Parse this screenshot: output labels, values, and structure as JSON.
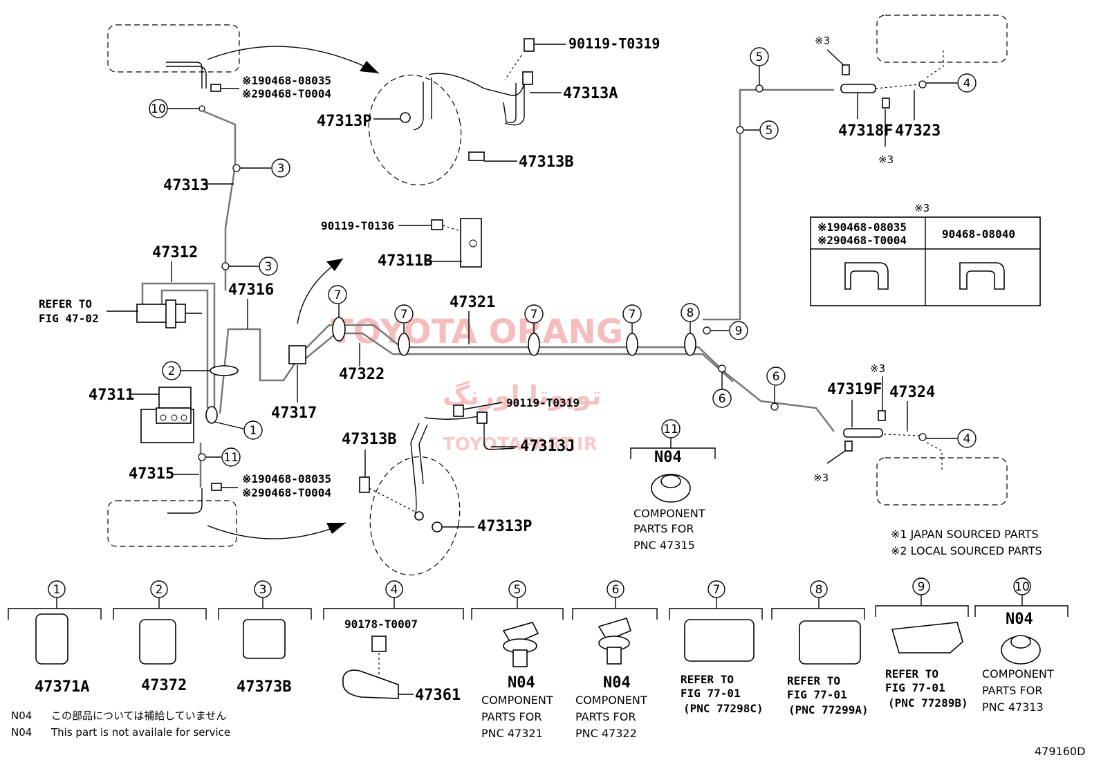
{
  "diagram_code": "479160D",
  "watermark": {
    "latin": "TOYOTA ORANG",
    "persian": "تویوتا اورنگ",
    "url": "TOYOTAPART.IR"
  },
  "parts": {
    "p90119_T0319_top": "90119-T0319",
    "p47313A": "47313A",
    "p47313P_top": "47313P",
    "p47313B_top": "47313B",
    "p47313": "47313",
    "p47312": "47312",
    "p47316": "47316",
    "p90119_T0136": "90119-T0136",
    "p47311B": "47311B",
    "p47321": "47321",
    "p47322": "47322",
    "p47311": "47311",
    "p47317": "47317",
    "p90119_T0319_bot": "90119-T0319",
    "p47313J": "47313J",
    "p47313B_bot": "47313B",
    "p47315": "47315",
    "p47313P_bot": "47313P",
    "p47318F": "47318F",
    "p47323": "47323",
    "p47319F": "47319F",
    "p47324": "47324",
    "n04": "N04"
  },
  "refer_fig": {
    "line1": "REFER TO",
    "line2": "FIG 47-02"
  },
  "clip_pn_top": {
    "a": "※190468-08035",
    "b": "※290468-T0004"
  },
  "clip_pn_bot": {
    "a": "※190468-08035",
    "b": "※290468-T0004"
  },
  "mark3": "※3",
  "clip_table": {
    "title": "※3",
    "col1_a": "※190468-08035",
    "col1_b": "※290468-T0004",
    "col2": "90468-08040"
  },
  "component_47315": {
    "l1": "COMPONENT",
    "l2": "PARTS FOR",
    "l3": "PNC 47315"
  },
  "notes": {
    "japan": "※1 JAPAN SOURCED PARTS",
    "local": "※2 LOCAL SOURCED PARTS"
  },
  "callouts": {
    "c1": "1",
    "c2": "2",
    "c3": "3",
    "c4": "4",
    "c5": "5",
    "c6": "6",
    "c7": "7",
    "c8": "8",
    "c9": "9",
    "c10": "10",
    "c11": "11"
  },
  "legend": [
    {
      "num": "1",
      "label": "47371A"
    },
    {
      "num": "2",
      "label": "47372"
    },
    {
      "num": "3",
      "label": "47373B"
    },
    {
      "num": "4",
      "label": "47361",
      "extra": "90178-T0007"
    },
    {
      "num": "5",
      "label": "N04",
      "l1": "COMPONENT",
      "l2": "PARTS FOR",
      "l3": "PNC 47321"
    },
    {
      "num": "6",
      "label": "N04",
      "l1": "COMPONENT",
      "l2": "PARTS FOR",
      "l3": "PNC 47322"
    },
    {
      "num": "7",
      "label": "REFER TO",
      "l1": "FIG 77-01",
      "l2": "(PNC 77298C)"
    },
    {
      "num": "8",
      "label": "REFER TO",
      "l1": "FIG 77-01",
      "l2": "(PNC 77299A)"
    },
    {
      "num": "9",
      "label": "REFER TO",
      "l1": "FIG 77-01",
      "l2": "(PNC 77289B)"
    },
    {
      "num": "10",
      "label": "N04",
      "l1": "COMPONENT",
      "l2": "PARTS FOR",
      "l3": "PNC 47313"
    }
  ],
  "footnote": {
    "code1": "N04",
    "jp": "この部品については補給していません",
    "code2": "N04",
    "en": "This part is not availale for service"
  }
}
